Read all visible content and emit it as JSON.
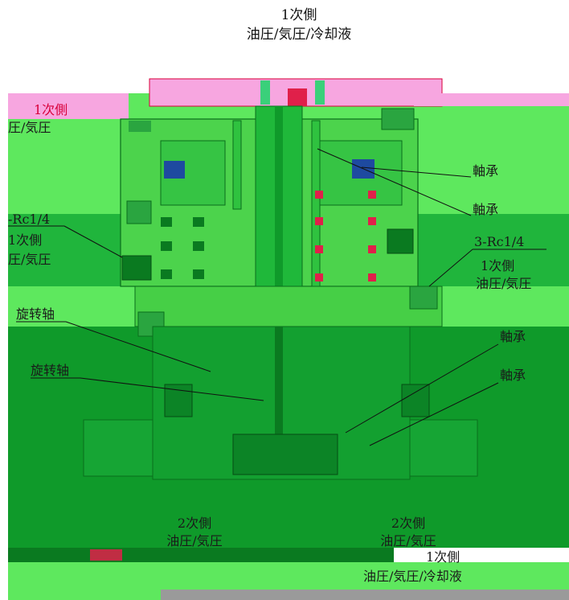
{
  "top_label": {
    "line1": "1次側",
    "line2": "油圧/気圧/冷却液"
  },
  "left_top_label": {
    "line1": "1次側",
    "line2": "圧/気圧"
  },
  "left_port_label": "-Rc1/4",
  "left_port_label_b": {
    "line1": "1次側",
    "line2": "圧/気圧"
  },
  "right_bearing_1": "軸承",
  "right_bearing_2": "軸承",
  "right_port_label": "3-Rc1/4",
  "right_side_label": {
    "line1": "1次側",
    "line2": "油圧/気圧"
  },
  "rotary_shaft_1": "旋转轴",
  "rotary_shaft_2": "旋转轴",
  "lower_bearing_1": "軸承",
  "lower_bearing_2": "軸承",
  "bottom_left_label": {
    "line1": "2次側",
    "line2": "油圧/気圧"
  },
  "bottom_right_label": {
    "line1": "2次側",
    "line2": "油圧/気圧"
  },
  "bottom_far_right_label": {
    "line1": "1次側",
    "line2": "油圧/気圧/冷却液"
  },
  "colors": {
    "bright_green": "#5ee85e",
    "mid_green": "#1fb83a",
    "dark_green": "#0f9a2a",
    "deep_green": "#0a7a20",
    "pink": "#f7a6e0",
    "red_seal": "#e0204a",
    "blue_bearing": "#1e4aa0"
  }
}
